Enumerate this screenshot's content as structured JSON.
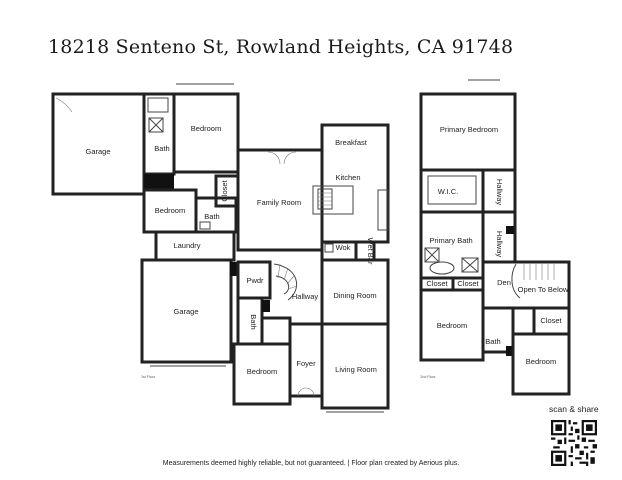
{
  "title": "18218 Senteno St, Rowland Heights, CA 91748",
  "rooms": {
    "garage_top": "Garage",
    "bath_1": "Bath",
    "bedroom_1": "Bedroom",
    "closet_1": "Closet",
    "bedroom_2": "Bedroom",
    "bath_2": "Bath",
    "family_room": "Family Room",
    "breakfast": "Breakfast",
    "kitchen": "Kitchen",
    "laundry": "Laundry",
    "wok": "Wok",
    "wet_bar": "Wet Bar",
    "garage_bottom": "Garage",
    "powder": "Pwdr",
    "hallway_1": "Hallway",
    "dining_room": "Dining Room",
    "bath_3": "Bath",
    "bedroom_3": "Bedroom",
    "foyer": "Foyer",
    "living_room": "Living Room",
    "primary_bedroom": "Primary Bedroom",
    "wic": "W.I.C.",
    "hallway_2": "Hallway",
    "primary_bath": "Primary Bath",
    "hallway_3": "Hallway",
    "closet_2": "Closet",
    "closet_3": "Closet",
    "den": "Den",
    "open_to_below": "Open To Below",
    "bedroom_4": "Bedroom",
    "closet_4": "Closet",
    "bath_4": "Bath",
    "bedroom_5": "Bedroom"
  },
  "floor_labels": {
    "first": "1st Floor",
    "second": "2nd Floor"
  },
  "scan_label": "scan & share",
  "footer": "Measurements deemed highly reliable, but not guaranteed.  |  Floor plan created by Aerious plus."
}
